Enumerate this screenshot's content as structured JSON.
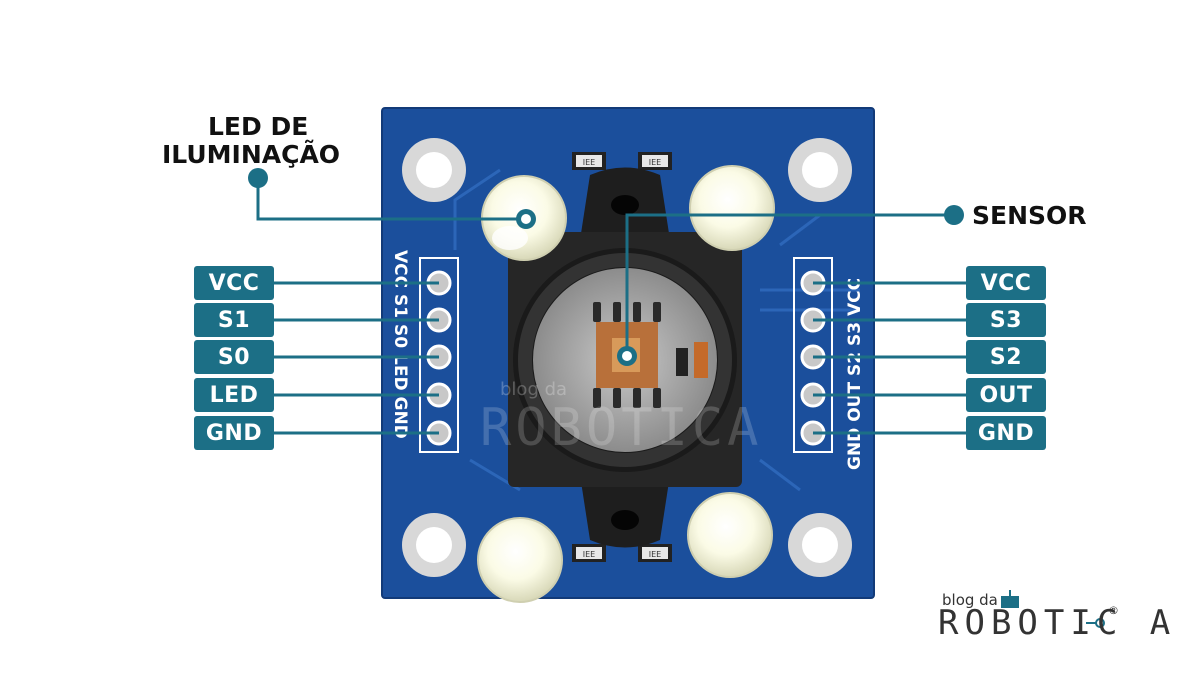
{
  "callouts": {
    "led": [
      "LED DE",
      "ILUMINAÇÃO"
    ],
    "sensor": "SENSOR"
  },
  "left_pins": [
    "VCC",
    "S1",
    "S0",
    "LED",
    "GND"
  ],
  "right_pins": [
    "VCC",
    "S3",
    "S2",
    "OUT",
    "GND"
  ],
  "silkscreen": {
    "left": "VCC S1 S0 LED GND",
    "right": "GND OUT S2 S3 VCC",
    "smd": "IEE"
  },
  "watermark": {
    "small": "blog da",
    "big": "ROBOTICA"
  },
  "brand": {
    "small": "blog da",
    "big": "ROBOTIC A",
    "mark": "®"
  },
  "colors": {
    "board": "#1b4f9c",
    "label_bg": "#1c6f86",
    "leader": "#1c6f86"
  }
}
